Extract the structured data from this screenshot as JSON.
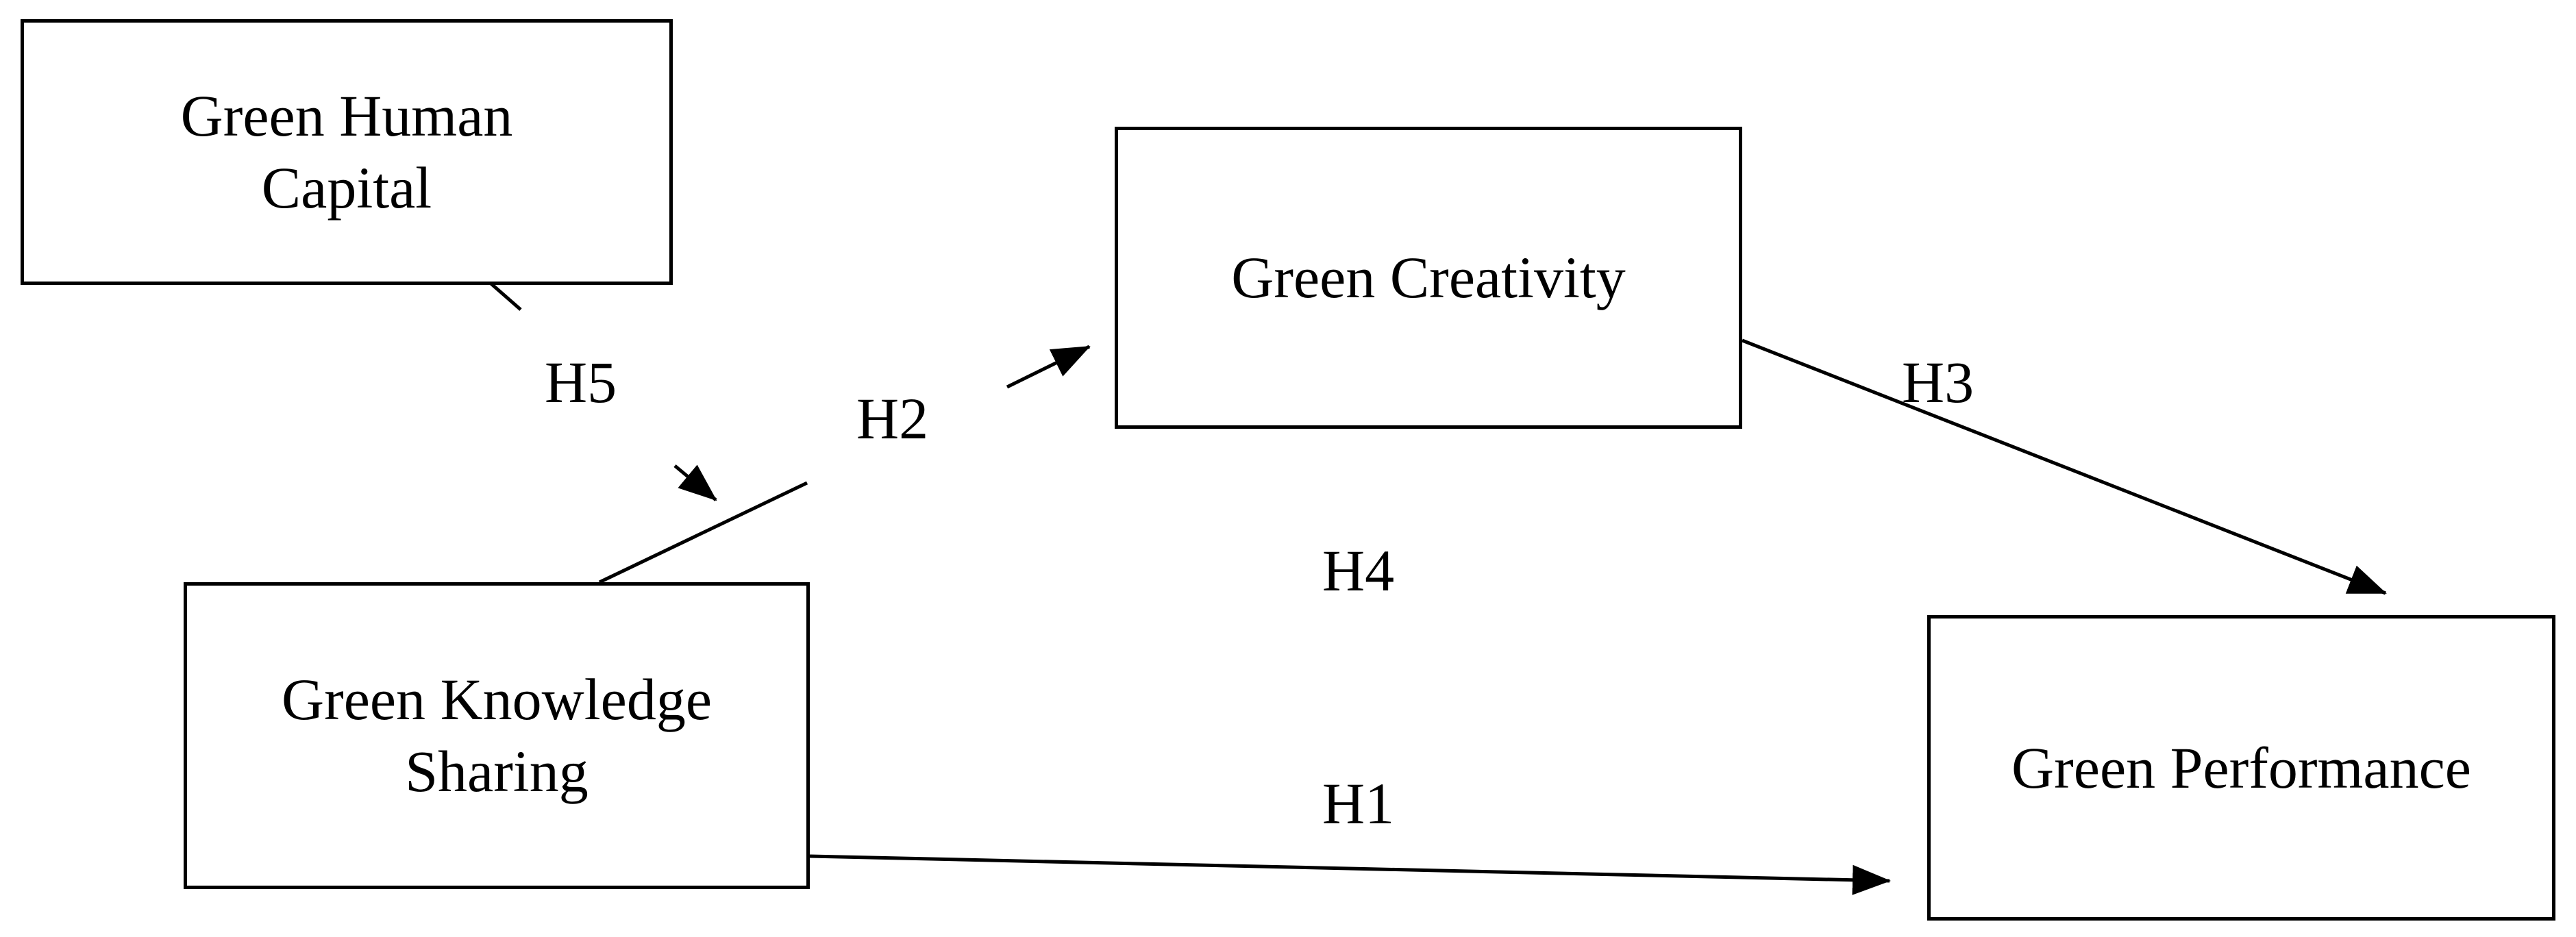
{
  "nodes": {
    "green_human_capital": {
      "line1": "Green Human",
      "line2": "Capital"
    },
    "green_creativity": {
      "label": "Green Creativity"
    },
    "green_knowledge_sharing": {
      "line1": "Green Knowledge",
      "line2": "Sharing"
    },
    "green_performance": {
      "label": "Green Performance"
    }
  },
  "hypotheses": {
    "h1": "H1",
    "h2": "H2",
    "h3": "H3",
    "h4": "H4",
    "h5": "H5"
  },
  "colors": {
    "stroke": "#000000",
    "background": "#ffffff"
  }
}
